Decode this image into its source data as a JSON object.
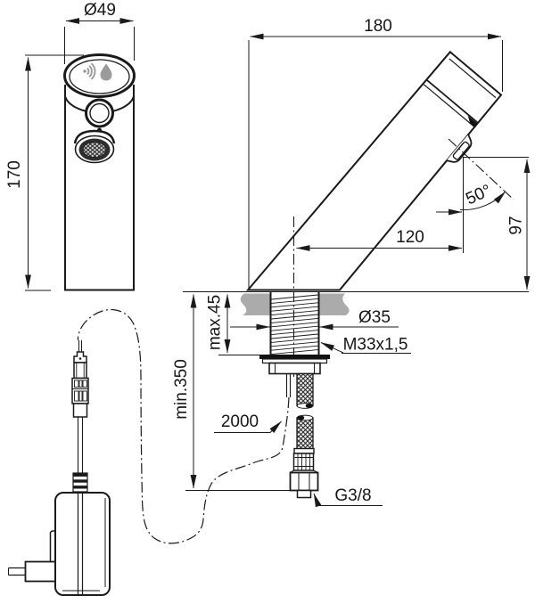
{
  "title": "Sensor basin mixer installation drawing",
  "colors": {
    "line": "#1a1a1a",
    "countertop_gray": "#ababab",
    "icon_gray": "#9b9b9b"
  },
  "front_view": {
    "top_diameter": "Ø49",
    "height": "170"
  },
  "side_view": {
    "depth": "180",
    "spout_angle": "50°",
    "spout_reach": "120",
    "outlet_height": "97"
  },
  "installation": {
    "deck_thickness": "max.45",
    "hole_diameter": "Ø35",
    "thread_size": "M33x1,5",
    "clearance_below": "min.350",
    "cable_length": "2000",
    "supply_thread": "G3/8"
  },
  "icons": {
    "sensor_signal": "sensor-signal-icon",
    "water_drop": "water-drop-icon"
  }
}
